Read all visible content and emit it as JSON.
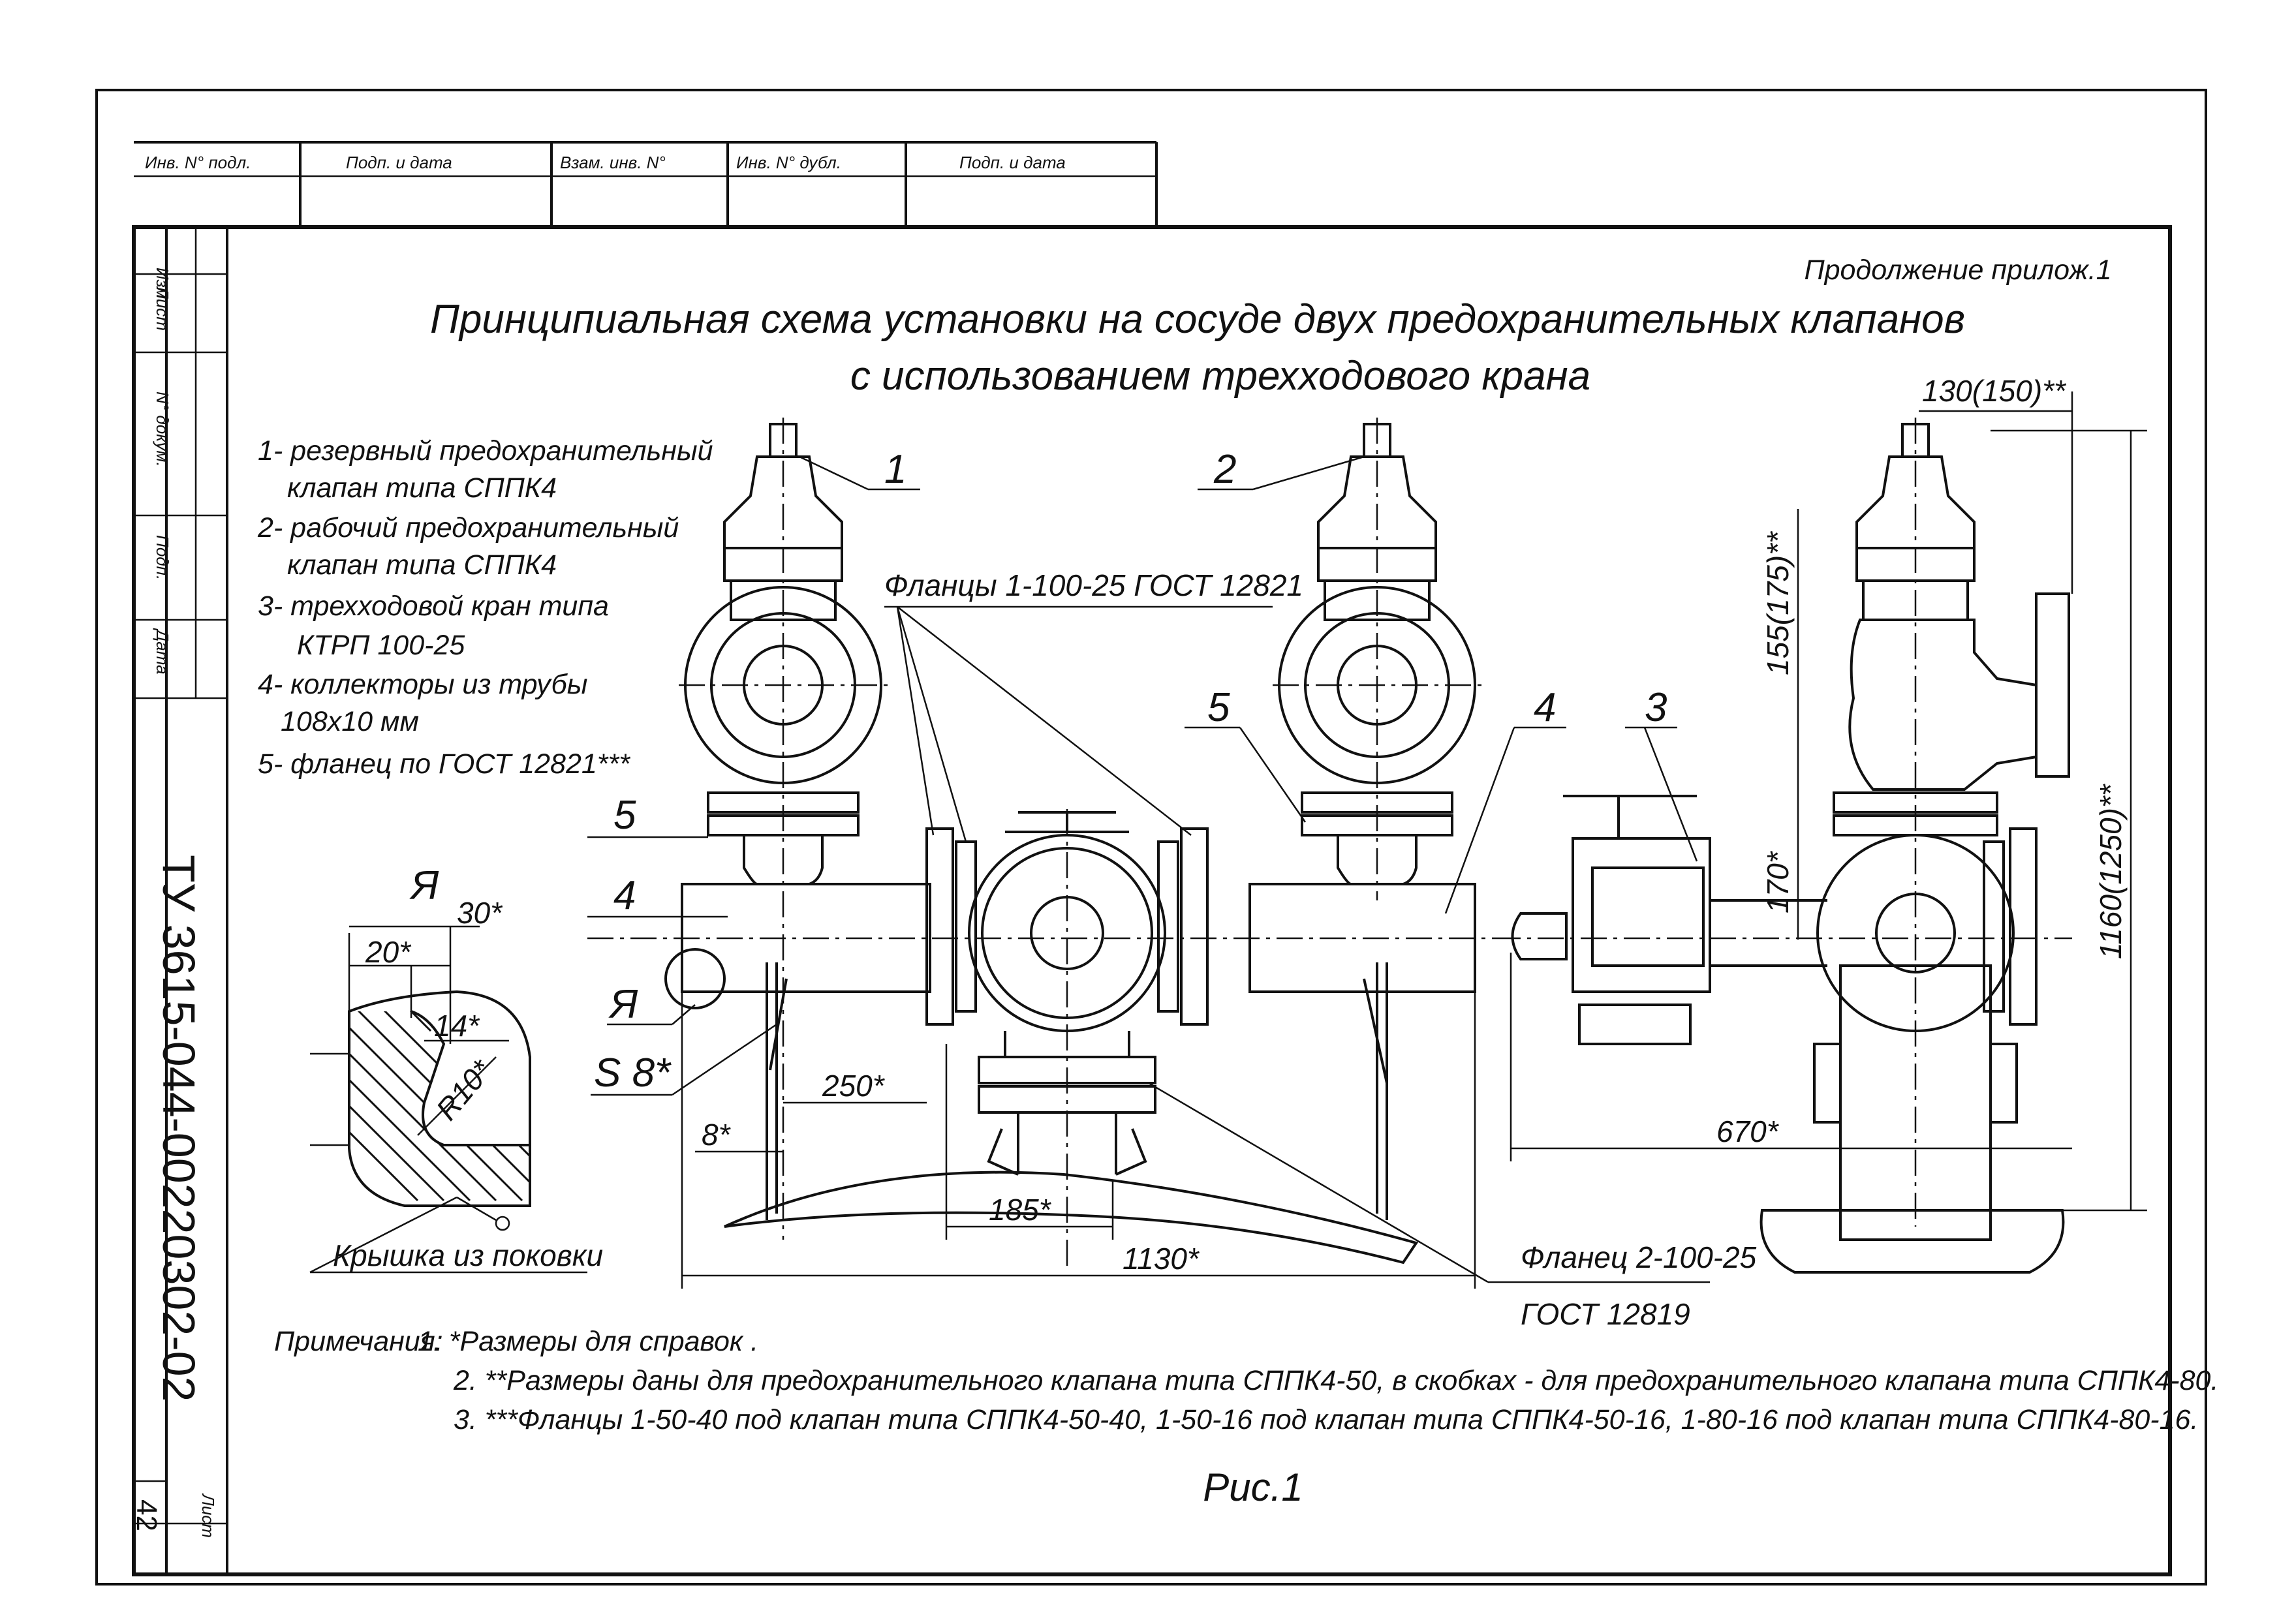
{
  "stamp": {
    "inv_podl": "Инв. N° подл.",
    "podp_data_1": "Подп. и дата",
    "vzam_inv": "Взам. инв. N°",
    "inv_dubl": "Инв. N° дубл.",
    "podp_data_2": "Подп. и дата"
  },
  "side_column": {
    "izm": "Изм.",
    "list": "Лист",
    "n_dokum": "N° докум.",
    "podp": "Подп.",
    "data": "Дата"
  },
  "doc_code": "ТУ 3615-044-00220302-02",
  "sheet": {
    "label": "Лист",
    "number": "42"
  },
  "appendix": "Продолжение прилож.1",
  "title": {
    "line1": "Принципиальная схема установки на сосуде двух предохранительных клапанов",
    "line2": "с использованием трехходового крана"
  },
  "legend": [
    "1- резервный предохранительный",
    "клапан типа СППК4",
    "2- рабочий предохранительный",
    "клапан типа СППК4",
    "3- трехходовой кран типа",
    "КТРП 100-25",
    "4- коллекторы из трубы",
    "108х10 мм",
    "5- фланец по ГОСТ 12821***"
  ],
  "callouts": {
    "c1": "1",
    "c2": "2",
    "c3": "3",
    "c4a": "4",
    "c4b": "4",
    "c5a": "5",
    "c5b": "5",
    "flanges_top": "Фланцы 1-100-25 ГОСТ 12821",
    "flange_bottom_1": "Фланец 2-100-25",
    "flange_bottom_2": "ГОСТ 12819",
    "ya_view": "Я",
    "ya_mark": "Я",
    "s8": "S 8*",
    "cover": "Крышка из поковки"
  },
  "dims": {
    "d30": "30*",
    "d20": "20*",
    "d14": "14*",
    "r10": "R10*",
    "d250": "250*",
    "d8": "8*",
    "d185": "185*",
    "d1130": "1130*",
    "d130": "130(150)**",
    "d155": "155(175)**",
    "d170": "170*",
    "d1160": "1160(1250)**",
    "d670": "670*"
  },
  "notes": {
    "head": "Примечания:",
    "n1": "1. *Размеры для справок .",
    "n2": "2. **Размеры даны для предохранительного клапана типа СППК4-50, в скобках - для предохранительного клапана типа СППК4-80.",
    "n3": "3. ***Фланцы 1-50-40 под клапан типа СППК4-50-40, 1-50-16 под клапан типа СППК4-50-16, 1-80-16 под клапан типа СППК4-80-16."
  },
  "figure": "Рис.1"
}
